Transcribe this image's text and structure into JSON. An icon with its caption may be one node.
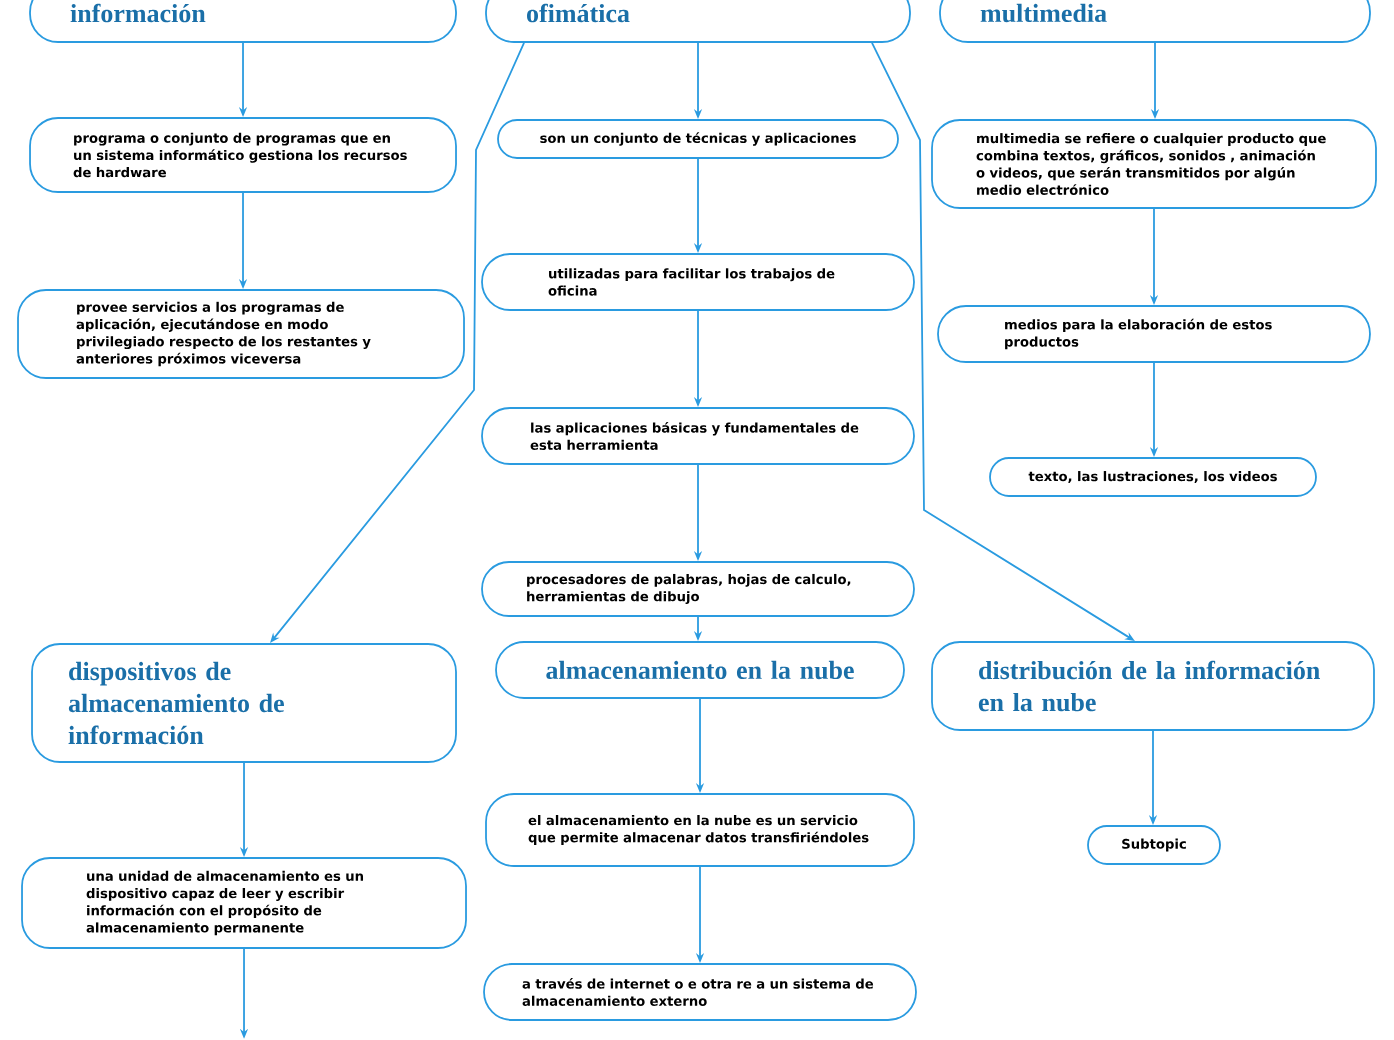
{
  "diagram": {
    "nodes": [
      {
        "text": [
          "información"
        ]
      },
      {
        "text": [
          "ofimática"
        ]
      },
      {
        "text": [
          "multimedia"
        ]
      },
      {
        "text": [
          "programa o conjunto de programas que en un sistema informático gestiona los recursos de hardware"
        ]
      },
      {
        "text": [
          "provee servicios a los programas de aplicación, ejecutándose en modo privilegiado respecto de los restantes y anteriores próximos viceversa"
        ]
      },
      {
        "text": [
          "son un conjunto de técnicas y aplicaciones"
        ]
      },
      {
        "text": [
          "utilizadas para facilitar los trabajos de oficina"
        ]
      },
      {
        "text": [
          "las aplicaciones  básicas y fundamentales de esta herramienta"
        ]
      },
      {
        "text": [
          "procesadores de palabras, hojas de calculo, herramientas de dibujo"
        ]
      },
      {
        "text": [
          "multimedia se refiere o cualquier producto que combina textos, gráficos, sonidos , animación o videos, que serán  transmitidos por algún medio electrónico"
        ]
      },
      {
        "text": [
          "medios para la elaboración de estos productos"
        ]
      },
      {
        "text": [
          "texto, las lustraciones, los videos"
        ]
      },
      {
        "text": [
          "dispositivos de almacenamiento de información"
        ]
      },
      {
        "text": [
          "almacenamiento en la nube"
        ]
      },
      {
        "text": [
          "distribución de la información en la nube"
        ]
      },
      {
        "text": [
          "una unidad de almacenamiento  es un dispositivo capaz de leer y escribir información con el propósito  de almacenamiento permanente"
        ]
      },
      {
        "text": [
          "el almacenamiento en la nube es un servicio que permite almacenar datos transfiriéndoles"
        ]
      },
      {
        "text": [
          "a través de internet o e otra re a un sistema de almacenamiento externo"
        ]
      },
      {
        "text": [
          "Subtopic"
        ]
      }
    ],
    "edges": [
      {
        "from": 0,
        "to": 3,
        "arrow": "to"
      },
      {
        "from": 3,
        "to": 4,
        "arrow": "to"
      },
      {
        "from": 1,
        "to": 5,
        "arrow": "to"
      },
      {
        "from": 5,
        "to": 6,
        "arrow": "to"
      },
      {
        "from": 6,
        "to": 7,
        "arrow": "to"
      },
      {
        "from": 7,
        "to": 8,
        "arrow": "to"
      },
      {
        "from": 8,
        "to": 13,
        "arrow": "to"
      },
      {
        "from": 13,
        "to": 16,
        "arrow": "to"
      },
      {
        "from": 16,
        "to": 17,
        "arrow": "to"
      },
      {
        "from": 2,
        "to": 9,
        "arrow": "to"
      },
      {
        "from": 9,
        "to": 10,
        "arrow": "to"
      },
      {
        "from": 10,
        "to": 11,
        "arrow": "to"
      },
      {
        "from": 1,
        "to": 12,
        "arrow": "to"
      },
      {
        "from": 1,
        "to": 14,
        "arrow": "to"
      },
      {
        "from": 14,
        "to": 18,
        "arrow": "to"
      },
      {
        "from": 12,
        "to": 15,
        "arrow": "to"
      },
      {
        "from": 15,
        "to": null,
        "arrow": "to"
      }
    ]
  }
}
